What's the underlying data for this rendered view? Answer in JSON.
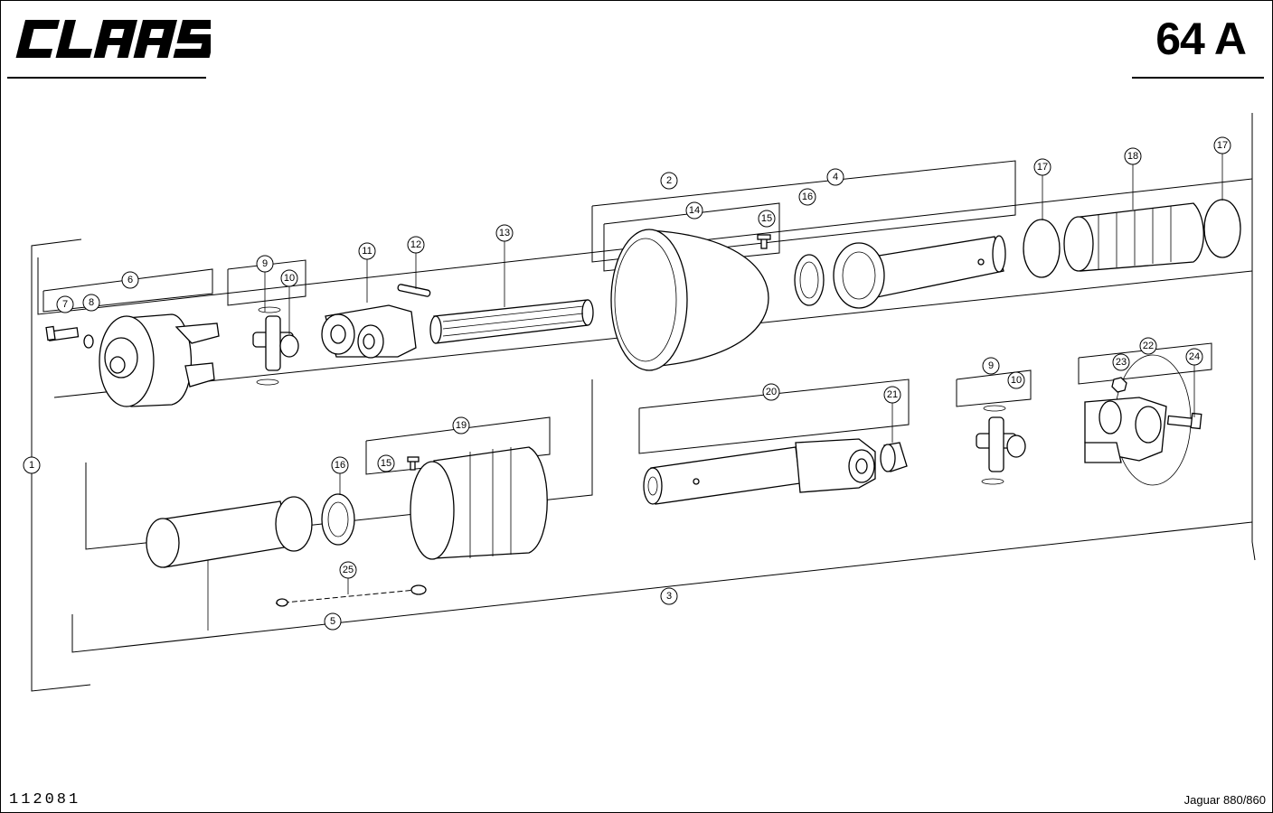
{
  "header": {
    "brand": "CLAAS",
    "page_number": "64 A"
  },
  "footer": {
    "drawing_number": "112081",
    "model": "Jaguar 880/860"
  },
  "callouts": [
    "1",
    "2",
    "3",
    "4",
    "5",
    "6",
    "7",
    "8",
    "9",
    "10",
    "11",
    "12",
    "13",
    "14",
    "15",
    "16",
    "17",
    "18",
    "17",
    "9",
    "10",
    "20",
    "21",
    "22",
    "23",
    "24",
    "15",
    "16",
    "19",
    "25"
  ]
}
